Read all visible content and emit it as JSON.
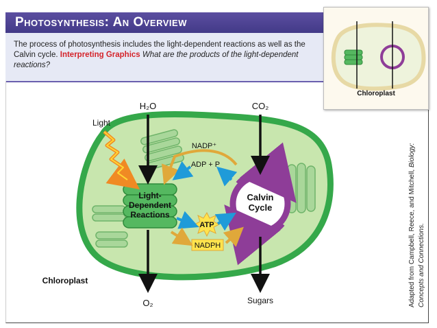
{
  "header": {
    "title": "Photosynthesis: An Overview"
  },
  "intro": {
    "text_before": "The process of photosynthesis includes the light-dependent reactions as well as the Calvin cycle. ",
    "highlight": "Interpreting Graphics",
    "question": " What are the products of the light-dependent reactions?"
  },
  "inset": {
    "label": "Chloroplast"
  },
  "diagram": {
    "light": "Light",
    "water": "H₂O",
    "co2": "CO₂",
    "oxygen": "O₂",
    "sugars": "Sugars",
    "nadp": "NADP⁺",
    "adp": "ADP + P",
    "atp": "ATP",
    "nadph": "NADPH",
    "light_reactions": [
      "Light-",
      "Dependent",
      "Reactions"
    ],
    "calvin": [
      "Calvin",
      "Cycle"
    ],
    "chloroplast": "Chloroplast"
  },
  "credit": {
    "line1_plain": "Adapted from Campbell, Reece, and Mitchell, ",
    "line1_italic": "Biology:",
    "line2_italic": "Concepts and Connections."
  },
  "colors": {
    "header": "#4b4292",
    "membrane": "#35a84a",
    "stroma": "#c8e6ae",
    "calvin": "#8e3d98",
    "atp_box": "#ffe44d",
    "arrow_blue": "#1f9bd9",
    "arrow_gold": "#e0a83a"
  }
}
